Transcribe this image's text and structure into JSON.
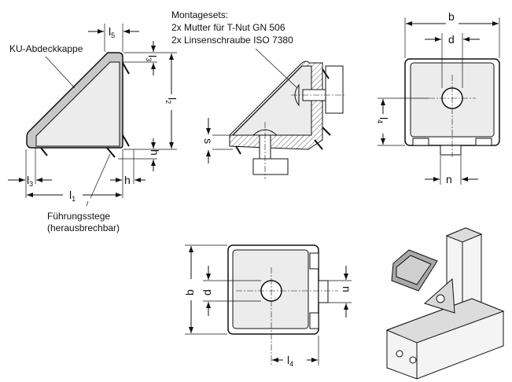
{
  "annotations": {
    "cover_cap": "KU-Abdeckkappe",
    "guide_webs": "Führungsstege",
    "guide_webs_note": "(herausbrechbar)",
    "mounting_title": "Montagesets:",
    "mounting_line1": "2x Mutter für T-Nut GN 506",
    "mounting_line2": "2x Linsenschraube ISO 7380"
  },
  "dimensions": {
    "l": "l",
    "sub1": "1",
    "sub2": "2",
    "sub3": "3",
    "sub4": "4",
    "sub5": "5",
    "h": "h",
    "s": "s",
    "b": "b",
    "d": "d",
    "n": "n"
  },
  "colors": {
    "fill_light": "#ececec",
    "fill_cap": "#c8c8c8",
    "line": "#111111"
  }
}
